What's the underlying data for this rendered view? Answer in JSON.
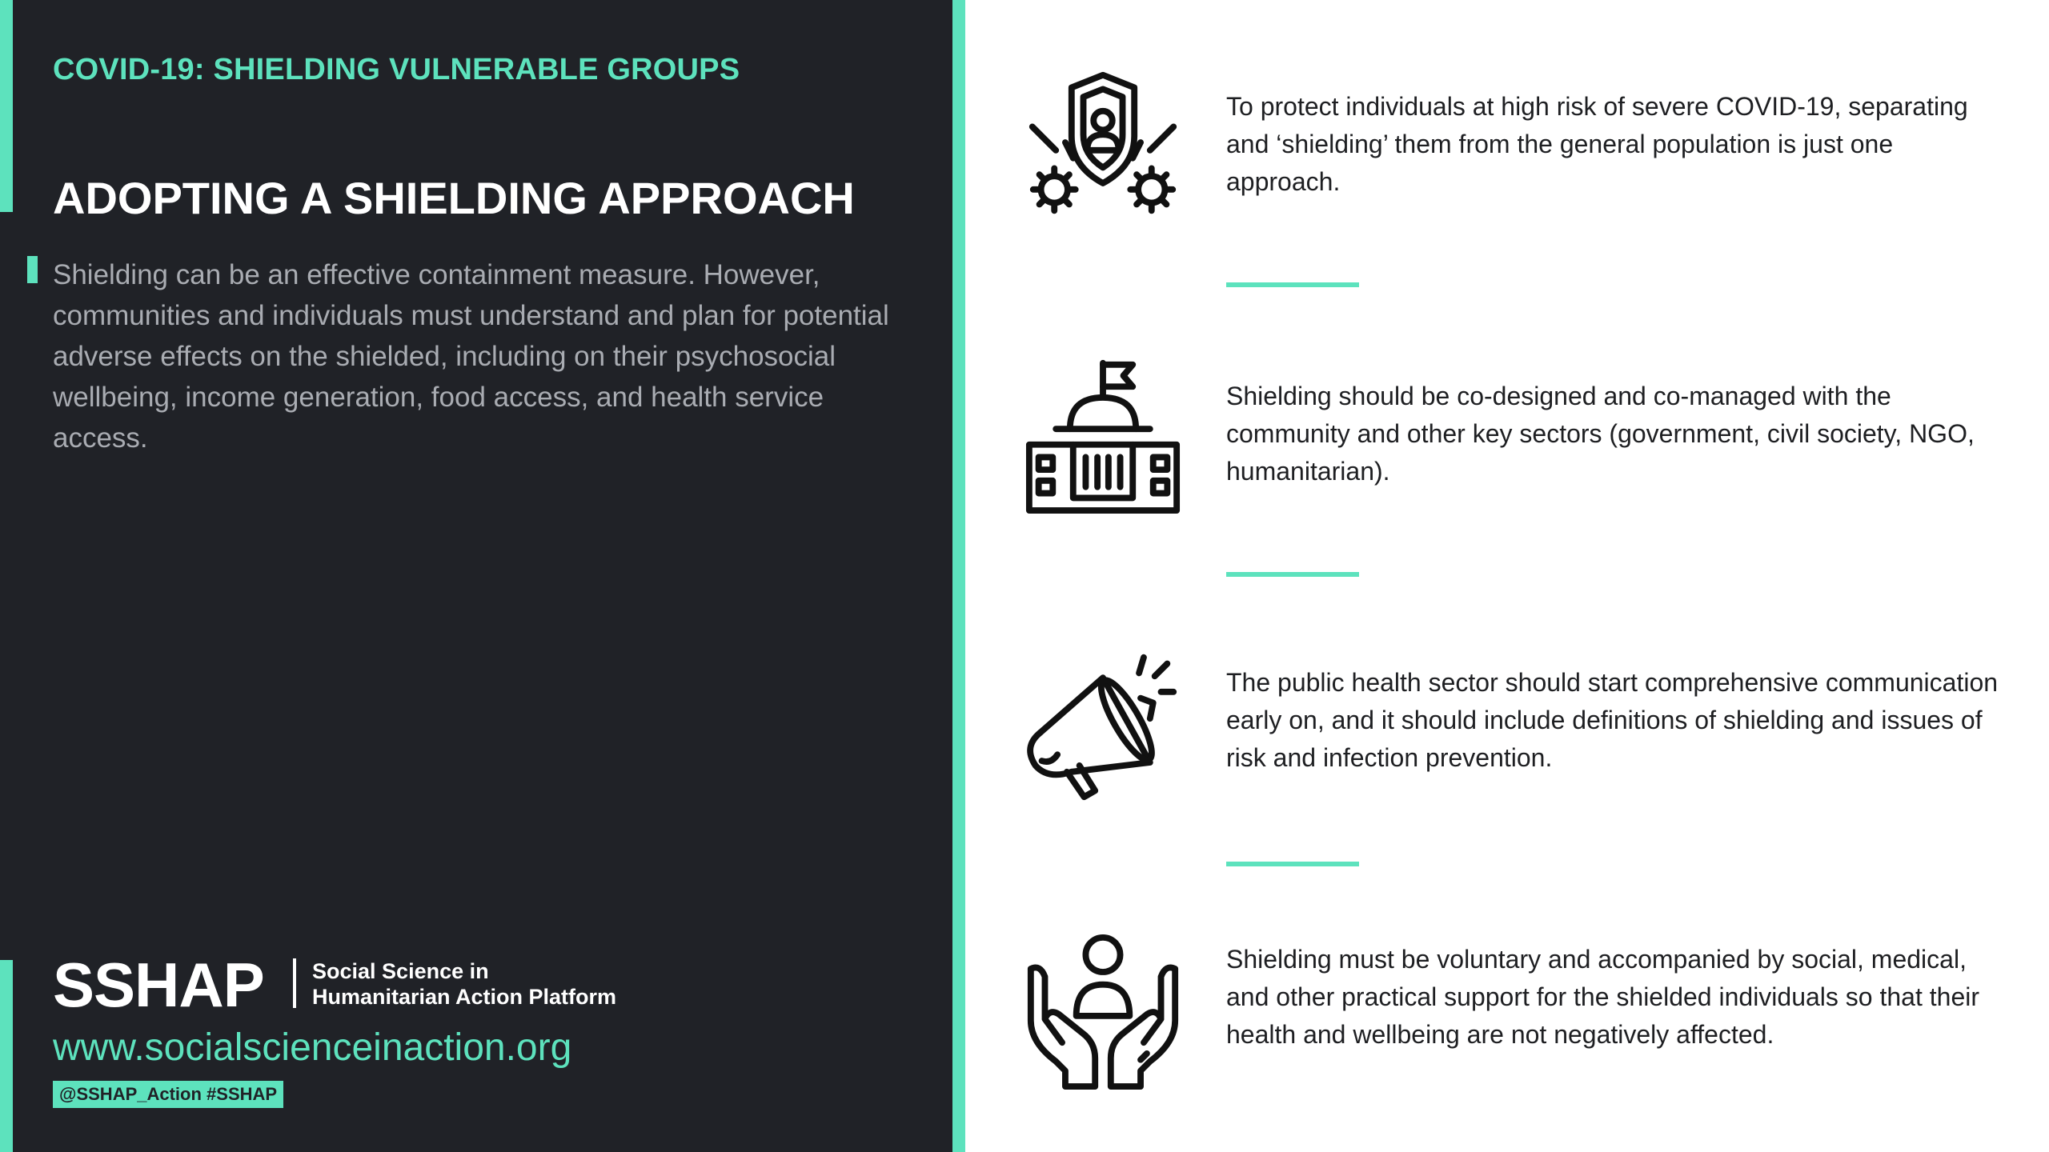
{
  "left_panel": {
    "tag": "COVID-19: SHIELDING VULNERABLE GROUPS",
    "heading": "ADOPTING A SHIELDING APPROACH",
    "intro": "Shielding can be an effective containment measure. However, communities and individuals must understand and plan for potential adverse effects on the shielded, including on their psychosocial wellbeing, income generation, food access, and health service access.",
    "brand": {
      "short": "SSHAP",
      "full_line1": "Social Science in",
      "full_line2": "Humanitarian Action Platform",
      "website": "www.socialscienceinaction.org",
      "handle": "@SSHAP_Action #SSHAP"
    }
  },
  "points": [
    {
      "icon": "shield-person-virus-icon",
      "text": "To protect individuals at high risk of severe COVID-19, separating and ‘shielding’ them from the general population is just one approach."
    },
    {
      "icon": "government-building-icon",
      "text": "Shielding should be co-designed and co-managed with the community and other key sectors (government, civil society, NGO, humanitarian)."
    },
    {
      "icon": "megaphone-icon",
      "text": "The public health sector should start comprehensive communication early on, and it should include definitions of shielding and issues of risk and infection prevention."
    },
    {
      "icon": "hands-support-person-icon",
      "text": "Shielding must be voluntary and accompanied by social, medical, and other practical support for the shielded individuals so that their health and wellbeing are not negatively affected."
    }
  ],
  "colors": {
    "panel_bg": "#202227",
    "accent": "#5de2bd",
    "intro_text": "#a9acb2",
    "body_text": "#1e1f22"
  }
}
